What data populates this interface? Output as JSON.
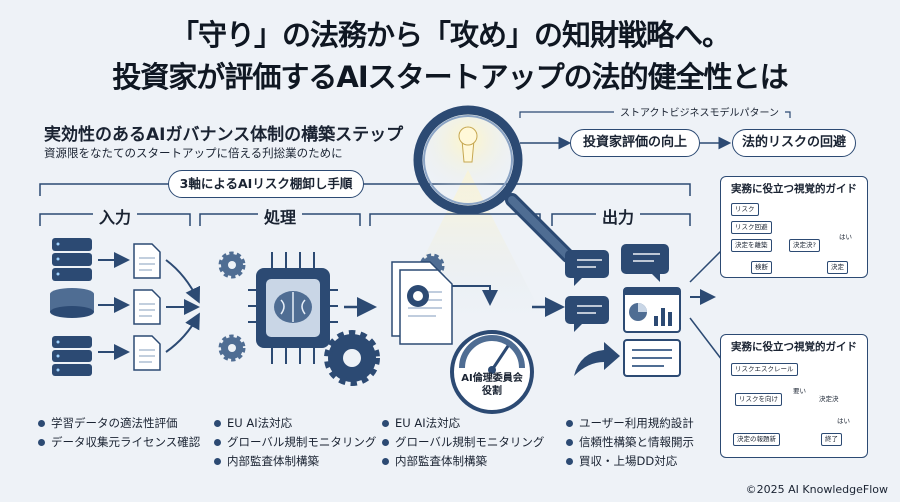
{
  "header": {
    "line1": "「守り」の法務から「攻め」の知財戦略へ。",
    "line2": "投資家が評価するAIスタートアップの法的健全性とは"
  },
  "section": {
    "title": "実効性のあるAIガバナンス体制の構築ステップ",
    "subtitle": "資源限をなたてのスタートアップに倍える刋捴業のために"
  },
  "outcome": {
    "tag": "ストアクトビジネスモデルパターン",
    "left": "投資家評価の向上",
    "right": "法的リスクの回避"
  },
  "banner": "3軸によるAIリスク棚卸し手順",
  "columns": {
    "input": {
      "label": "入力",
      "bullets": [
        "学習データの適法性評価",
        "データ収集元ライセンス確認"
      ]
    },
    "process": {
      "label": "処理",
      "bullets": [
        "EU AI法対応",
        "グローバル規制モニタリング",
        "内部監査体制構築"
      ]
    },
    "review": {
      "badge_line1": "AI倫理委員会",
      "badge_line2": "役割",
      "bullets": [
        "EU AI法対応",
        "グローバル規制モニタリング",
        "内部監査体制構築"
      ]
    },
    "output": {
      "label": "出力",
      "bullets": [
        "ユーザー利用規約設計",
        "信頼性構築と情報開示",
        "買収・上場DD対応"
      ]
    }
  },
  "guides": [
    {
      "title": "実務に役立つ視覚的ガイド",
      "nodes": [
        "リスク",
        "リスク回避",
        "決定を離築",
        "決定決?",
        "はい",
        "検断",
        "決定"
      ]
    },
    {
      "title": "実務に役立つ視覚的ガイド",
      "nodes": [
        "リスクエスクレール",
        "リスクを向け",
        "要い",
        "決定決",
        "はい",
        "決定の報題新",
        "終了"
      ]
    }
  ],
  "colors": {
    "navy": "#2c4a73",
    "steel": "#4f6d93",
    "light": "#c9d6e6",
    "accent": "#f6d77a"
  },
  "icons": [
    "server-icon",
    "document-icon",
    "gear-icon",
    "chip-brain-icon",
    "magnifier-icon",
    "gauge-icon",
    "chat-bubble-icon",
    "dashboard-icon",
    "share-arrow-icon"
  ],
  "credit": "©2025 AI KnowledgeFlow"
}
